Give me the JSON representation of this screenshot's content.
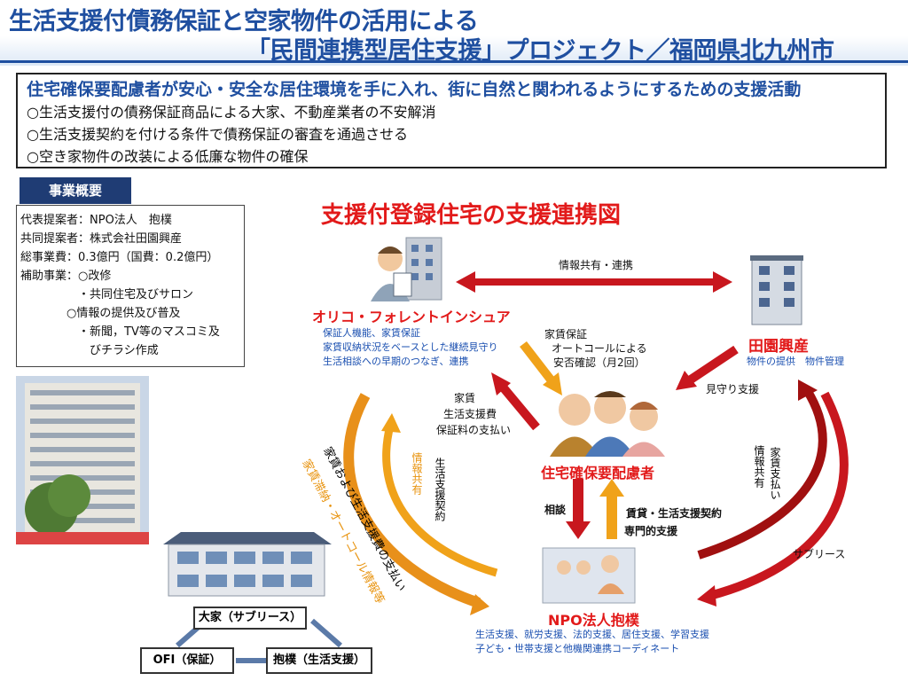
{
  "title": {
    "line1": "生活支援付債務保証と空家物件の活用による",
    "line2": "「民間連携型居住支援」プロジェクト／福岡県北九州市"
  },
  "summary": {
    "headline": "住宅確保要配慮者が安心・安全な居住環境を手に入れ、街に自然と関われるようにするための支援活動",
    "items": [
      "○生活支援付の債務保証商品による大家、不動産業者の不安解消",
      "○生活支援契約を付ける条件で債務保証の審査を通過させる",
      "○空き家物件の改装による低廉な物件の確保"
    ]
  },
  "overview": {
    "label": "事業概要",
    "lines": [
      "代表提案者：NPO法人　抱樸",
      "共同提案者：株式会社田園興産",
      "総事業費：0.3億円（国費：0.2億円）",
      "補助事業：○改修",
      "　　　　　・共同住宅及びサロン",
      "　　　　○情報の提供及び普及",
      "　　　　　・新聞，TV等のマスコミ及",
      "　　　　　　びチラシ作成"
    ]
  },
  "diagram": {
    "title": "支援付登録住宅の支援連携図",
    "orico": {
      "name": "オリコ・フォレントインシュア",
      "sub": [
        "保証人機能、家賃保証",
        "家賃収納状況をベースとした継続見守り",
        "生活相談への早期のつなぎ、連携"
      ]
    },
    "denen": {
      "name": "田園興産",
      "sub": "物件の提供　物件管理"
    },
    "resident": {
      "name": "住宅確保要配慮者"
    },
    "npo": {
      "name": "NPO法人抱樸",
      "sub": [
        "生活支援、就労支援、法的支援、居住支援、学習支援",
        "子ども・世帯支援と他機関連携コーディネート"
      ]
    },
    "labels": {
      "info_share": "情報共有・連携",
      "rent_guarantee": "家賃保証",
      "autocall": "オートコールによる",
      "safety_check": "安否確認（月2回）",
      "payment": [
        "家賃",
        "生活支援費",
        "保証料の支払い"
      ],
      "watch": "見守り支援",
      "consult": "相談",
      "contract": "賃貸・生活支援契約",
      "specialist": "専門的支援",
      "sublease": "サブリース",
      "rent_pay_info": [
        "家賃支払い",
        "情報共有"
      ],
      "life_contract": "生活支援契約",
      "info_share_v": "情報共有",
      "rent_and_fee": "家賃および生活支援費の支払い",
      "rent_delay": "家賃滞納・オートコール情報等"
    },
    "orgchart": {
      "owner": "大家（サブリース）",
      "ofi": "OFI（保証）",
      "houboku": "抱樸（生活支援）"
    }
  },
  "colors": {
    "title_blue": "#1f4fa0",
    "accent_red": "#e21a1a",
    "accent_orange": "#f0a21a",
    "dark_red": "#a01010",
    "overview_bg": "#1f3c74"
  }
}
